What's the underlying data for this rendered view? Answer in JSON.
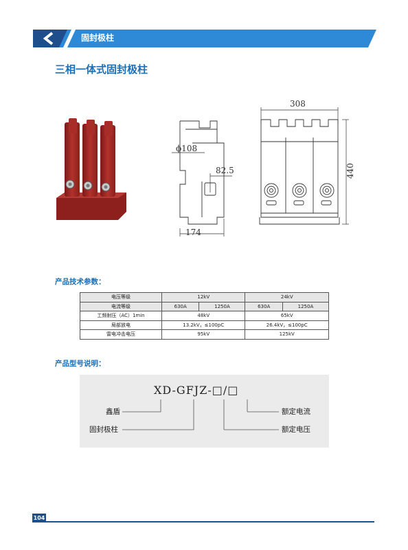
{
  "header": {
    "title": "固封极柱",
    "colors": {
      "banner": "#2e8ad6",
      "dark": "#1f4e8c"
    }
  },
  "section_title": "三相一体式固封极柱",
  "product_image": {
    "icon": "three-phase-pole-photo",
    "color": "#9e2420"
  },
  "dimensions": {
    "side_view": {
      "diameter": "ϕ108",
      "offset": "82.5",
      "width": "174"
    },
    "front_view": {
      "width": "308",
      "height": "440"
    }
  },
  "tech_params": {
    "heading": "产品技术参数：",
    "header_row": [
      "电压等级",
      "12kV",
      "24kV"
    ],
    "current_row": [
      "电流等级",
      "630A",
      "1250A",
      "630A",
      "1250A"
    ],
    "rows": [
      [
        "工频耐压（AC）1min",
        "48kV",
        "65kV"
      ],
      [
        "局部放电",
        "13.2kV，≤100pC",
        "26.4kV，≤100pC"
      ],
      [
        "雷电冲击电压",
        "95kV",
        "125kV"
      ]
    ]
  },
  "model": {
    "heading": "产品型号说明：",
    "code": "XD-GFJZ-□/□",
    "labels": {
      "brand": "鑫盾",
      "product": "固封极柱",
      "rated_current": "额定电流",
      "rated_voltage": "额定电压"
    }
  },
  "footer": {
    "page_number": "104"
  }
}
